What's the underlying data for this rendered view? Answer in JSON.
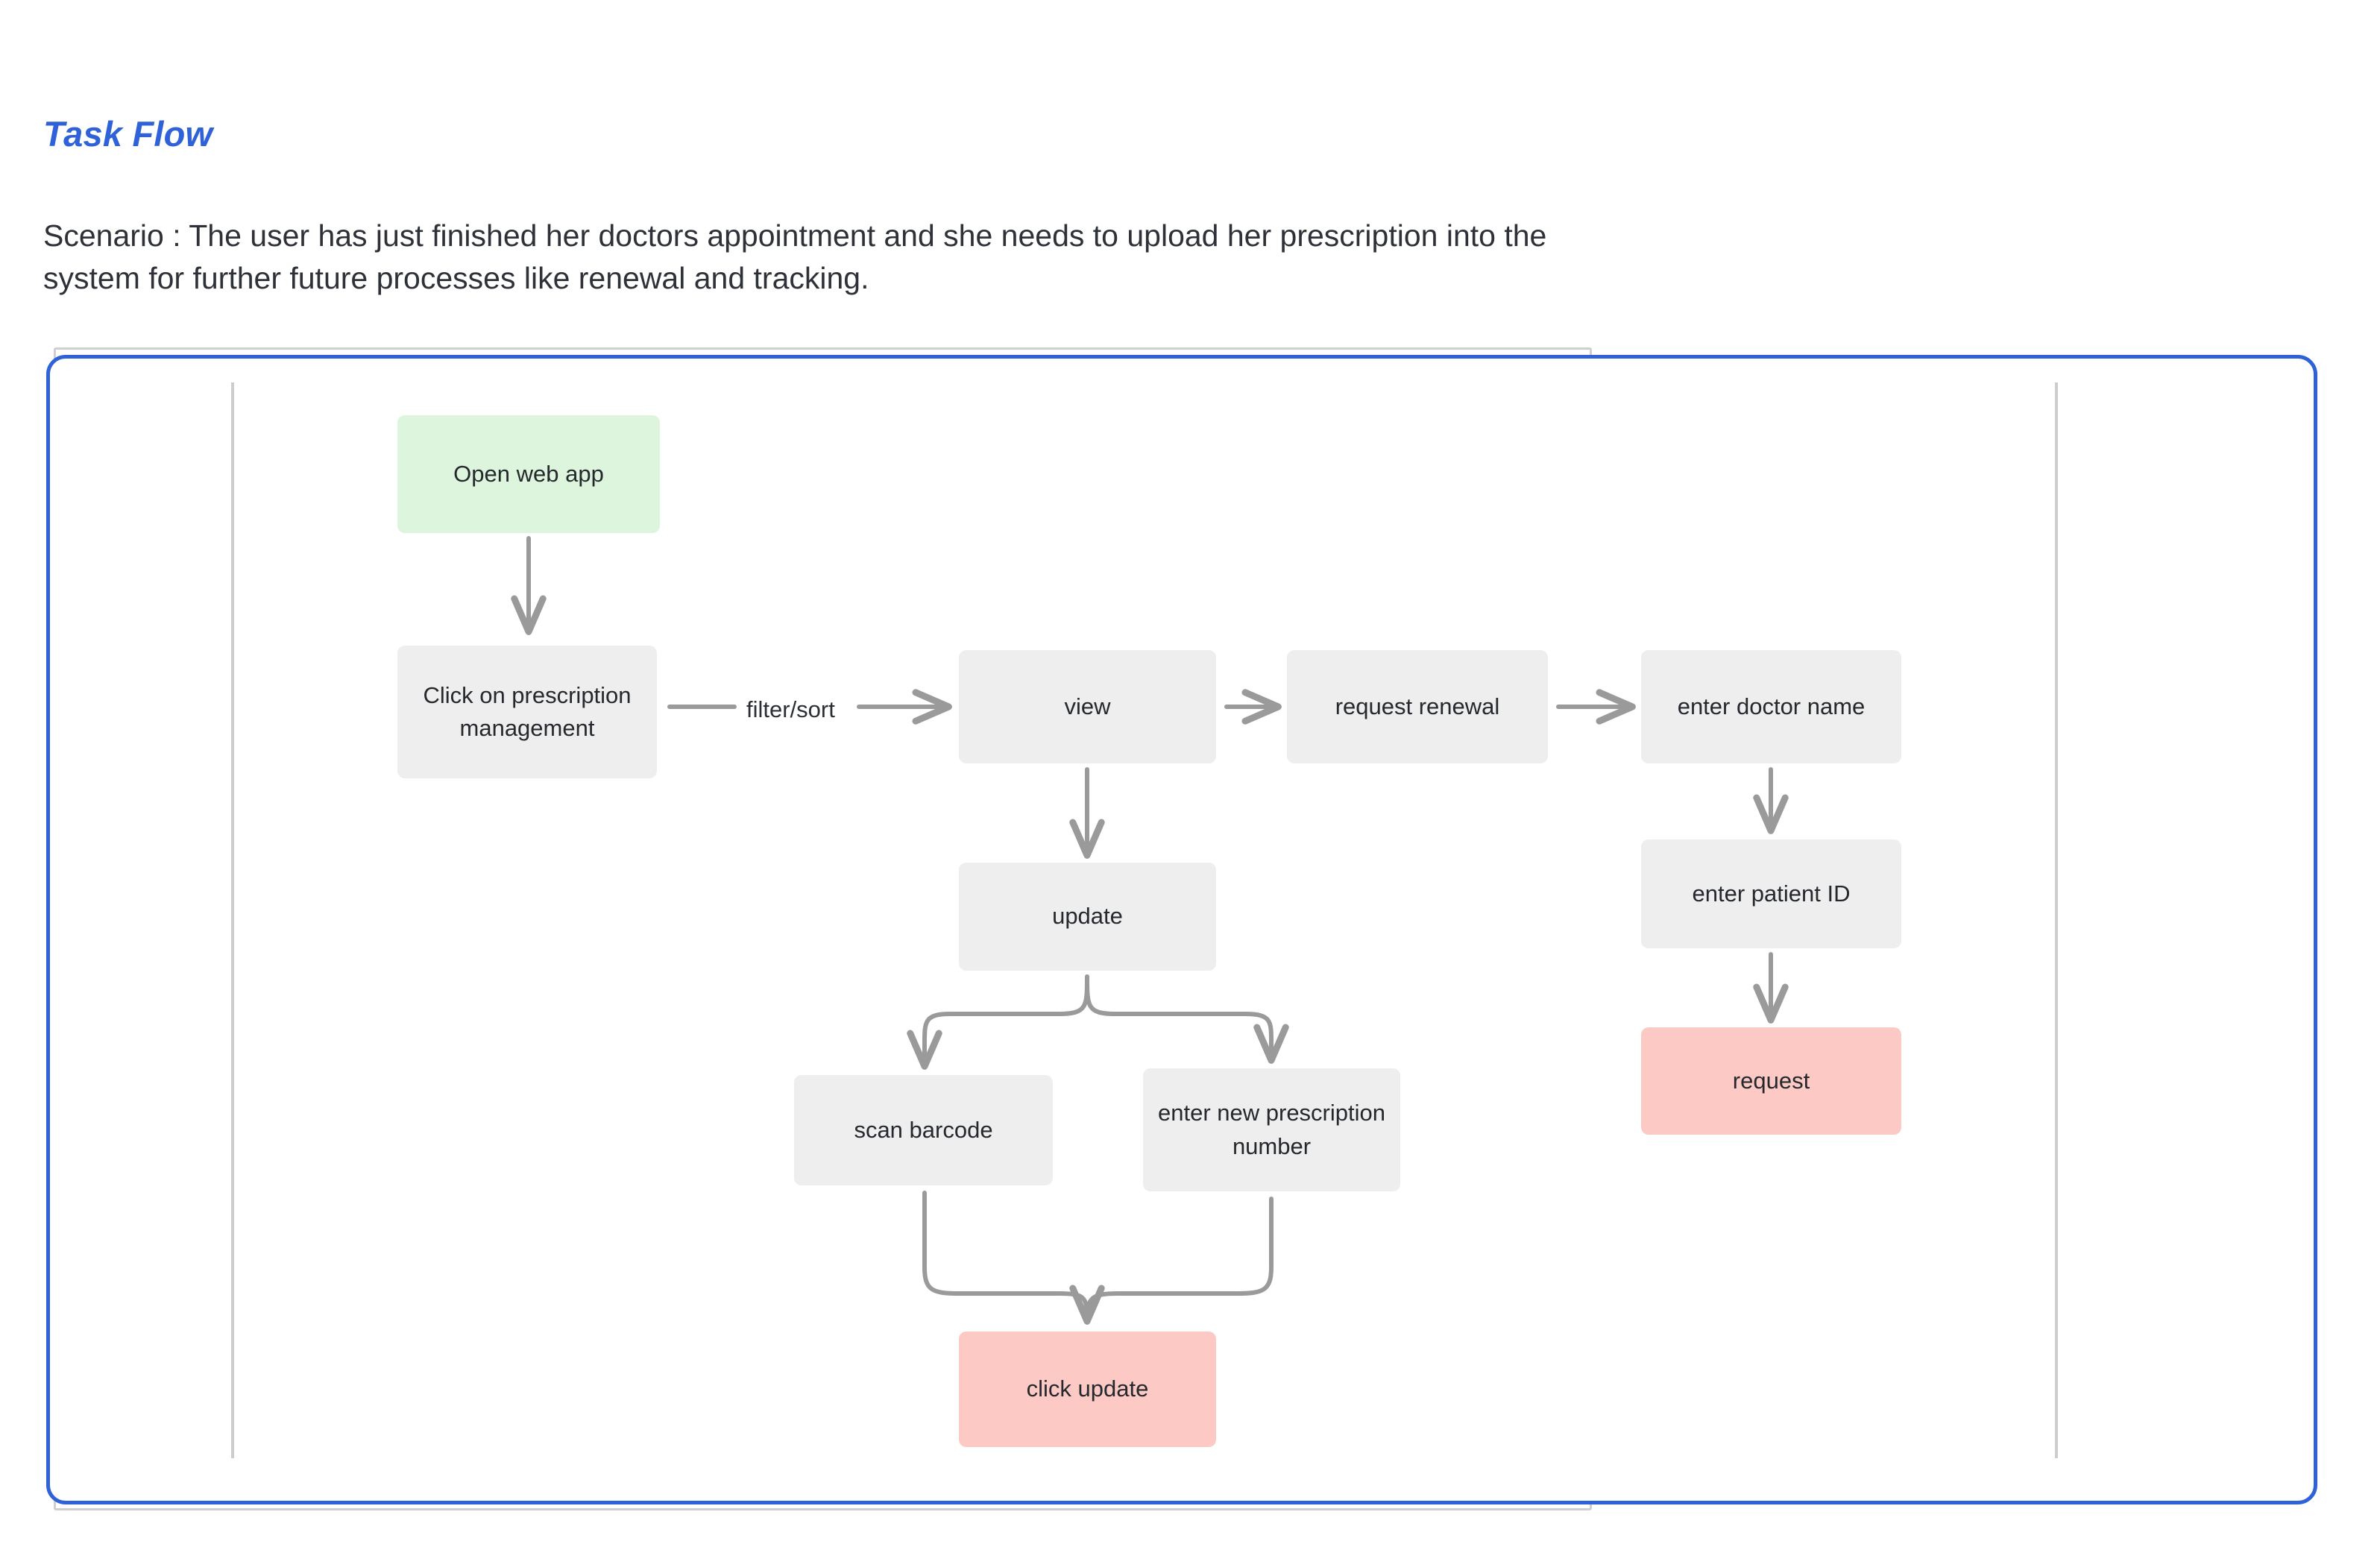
{
  "page": {
    "title": "Task Flow",
    "scenario": "Scenario : The user has just finished her doctors appointment and she needs to upload her prescription into the system for further future processes like renewal and tracking.",
    "accent_color": "#2f62d8",
    "text_color": "#2e3238"
  },
  "diagram": {
    "type": "flowchart",
    "node_colors": {
      "start": "#dcf5dc",
      "step": "#eeeeee",
      "end": "#fcc9c5",
      "connector": "#9a9a9a"
    },
    "nodes": [
      {
        "id": "open-web-app",
        "label": "Open web app",
        "kind": "start"
      },
      {
        "id": "click-on-rx-mgmt",
        "label": "Click on prescription management",
        "kind": "step"
      },
      {
        "id": "view",
        "label": "view",
        "kind": "step"
      },
      {
        "id": "request-renewal",
        "label": "request renewal",
        "kind": "step"
      },
      {
        "id": "enter-doctor-name",
        "label": "enter doctor name",
        "kind": "step"
      },
      {
        "id": "update",
        "label": "update",
        "kind": "step"
      },
      {
        "id": "enter-patient-id",
        "label": "enter patient ID",
        "kind": "step"
      },
      {
        "id": "scan-barcode",
        "label": "scan barcode",
        "kind": "step"
      },
      {
        "id": "enter-new-rx-num",
        "label": "enter new prescription number",
        "kind": "step"
      },
      {
        "id": "request",
        "label": "request",
        "kind": "end"
      },
      {
        "id": "click-update",
        "label": "click update",
        "kind": "end"
      }
    ],
    "edges": [
      {
        "from": "open-web-app",
        "to": "click-on-rx-mgmt",
        "label": ""
      },
      {
        "from": "click-on-rx-mgmt",
        "to": "view",
        "label": "filter/sort"
      },
      {
        "from": "view",
        "to": "request-renewal",
        "label": ""
      },
      {
        "from": "request-renewal",
        "to": "enter-doctor-name",
        "label": ""
      },
      {
        "from": "enter-doctor-name",
        "to": "enter-patient-id",
        "label": ""
      },
      {
        "from": "enter-patient-id",
        "to": "request",
        "label": ""
      },
      {
        "from": "view",
        "to": "update",
        "label": ""
      },
      {
        "from": "update",
        "to": "scan-barcode",
        "label": ""
      },
      {
        "from": "update",
        "to": "enter-new-rx-num",
        "label": ""
      },
      {
        "from": "scan-barcode",
        "to": "click-update",
        "label": ""
      },
      {
        "from": "enter-new-rx-num",
        "to": "click-update",
        "label": ""
      }
    ],
    "edge_labels": {
      "filter_sort": "filter/sort"
    }
  }
}
